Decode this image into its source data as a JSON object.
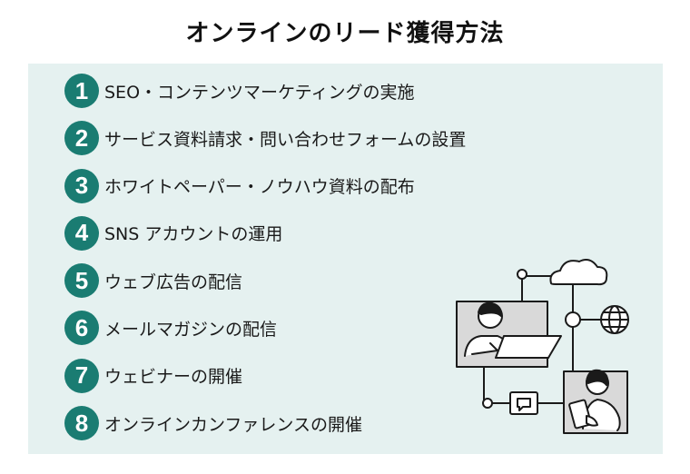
{
  "title": "オンラインのリード獲得方法",
  "items": [
    {
      "number": "1",
      "label": "SEO・コンテンツマーケティングの実施"
    },
    {
      "number": "2",
      "label": "サービス資料請求・問い合わせフォームの設置"
    },
    {
      "number": "3",
      "label": "ホワイトペーパー・ノウハウ資料の配布"
    },
    {
      "number": "4",
      "label": "SNS アカウントの運用"
    },
    {
      "number": "5",
      "label": "ウェブ広告の配信"
    },
    {
      "number": "6",
      "label": "メールマガジンの配信"
    },
    {
      "number": "7",
      "label": "ウェビナーの開催"
    },
    {
      "number": "8",
      "label": "オンラインカンファレンスの開催"
    }
  ],
  "colors": {
    "accent": "#1a7c72",
    "panel": "#e5f1f0",
    "illustration_fill": "#d9d9d9"
  },
  "icons": {
    "illustration": "online-network-illustration",
    "cloud": "cloud-icon",
    "globe": "globe-icon",
    "chat": "chat-bubble-icon"
  }
}
